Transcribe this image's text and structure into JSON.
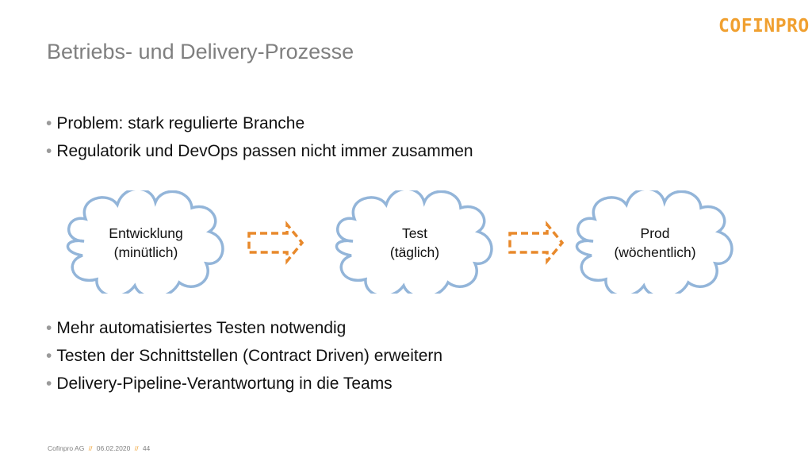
{
  "slide": {
    "title": "Betriebs- und Delivery-Prozesse",
    "logo_text": "COFINPRO",
    "bullet_symbol": "•",
    "bullets_top": [
      "Problem: stark regulierte Branche",
      "Regulatorik und DevOps passen nicht immer zusammen"
    ],
    "diagram": {
      "clouds": [
        {
          "line1": "Entwicklung",
          "line2": "(minütlich)"
        },
        {
          "line1": "Test",
          "line2": "(täglich)"
        },
        {
          "line1": "Prod",
          "line2": "(wöchentlich)"
        }
      ],
      "colors": {
        "cloud_stroke": "#93b5d9",
        "arrow_stroke": "#e8892b"
      }
    },
    "bullets_bottom": [
      "Mehr automatisiertes Testen notwendig",
      "Testen der Schnittstellen (Contract Driven) erweitern",
      "Delivery-Pipeline-Verantwortung in die Teams"
    ],
    "footer": {
      "company": "Cofinpro AG",
      "separator": "//",
      "date": "06.02.2020",
      "page": "44"
    },
    "colors": {
      "accent": "#f0a030",
      "title": "#7f7f7f",
      "text": "#111111"
    }
  }
}
